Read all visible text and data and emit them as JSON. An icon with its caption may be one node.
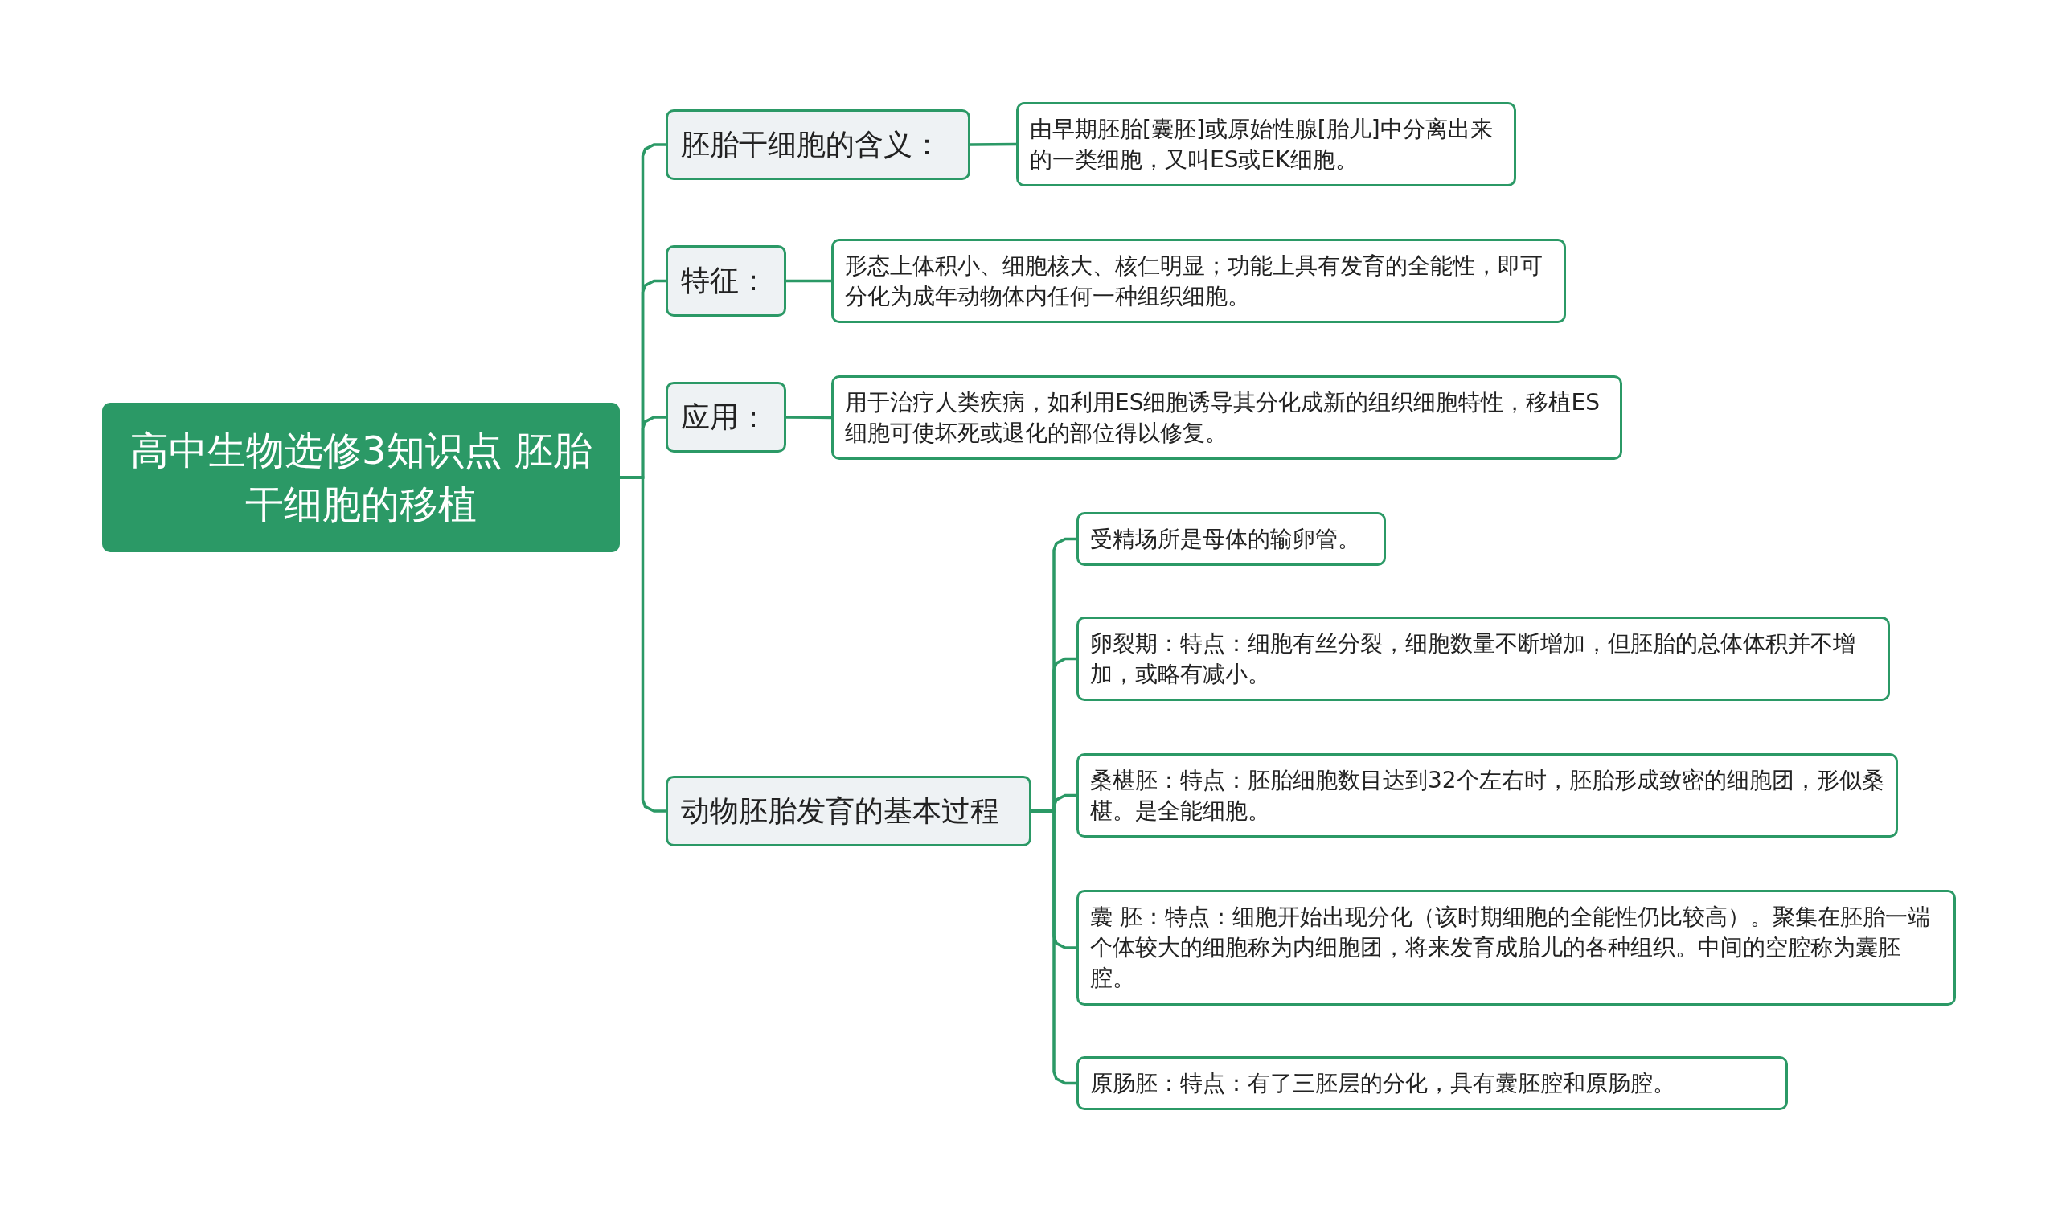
{
  "diagram": {
    "nodes": [
      {
        "text": [
          "高中生物选修3知识点 胚胎干细胞的移植"
        ]
      },
      {
        "text": [
          "胚胎干细胞的含义："
        ]
      },
      {
        "text": [
          "由早期胚胎[囊胚]或原始性腺[胎儿]中分离出来的一类细胞，又叫ES或EK细胞。"
        ]
      },
      {
        "text": [
          "特征："
        ]
      },
      {
        "text": [
          "形态上体积小、细胞核大、核仁明显；功能上具有发育的全能性，即可分化为成年动物体内任何一种组织细胞。"
        ]
      },
      {
        "text": [
          "应用："
        ]
      },
      {
        "text": [
          "用于治疗人类疾病，如利用ES细胞诱导其分化成新的组织细胞特性，移植ES细胞可使坏死或退化的部位得以修复。"
        ]
      },
      {
        "text": [
          "动物胚胎发育的基本过程"
        ]
      },
      {
        "text": [
          "受精场所是母体的输卵管。"
        ]
      },
      {
        "text": [
          "卵裂期：特点：细胞有丝分裂，细胞数量不断增加，但胚胎的总体体积并不增加，或略有减小。"
        ]
      },
      {
        "text": [
          "桑椹胚：特点：胚胎细胞数目达到32个左右时，胚胎形成致密的细胞团，形似桑椹。是全能细胞。"
        ]
      },
      {
        "text": [
          "囊 胚：特点：细胞开始出现分化（该时期细胞的全能性仍比较高）。聚集在胚胎一端个体较大的细胞称为内细胞团，将来发育成胎儿的各种组织。中间的空腔称为囊胚腔。"
        ]
      },
      {
        "text": [
          "原肠胚：特点：有了三胚层的分化，具有囊胚腔和原肠腔。"
        ]
      }
    ],
    "edges": [
      {
        "from": 0,
        "to": 1,
        "arrow": "none"
      },
      {
        "from": 0,
        "to": 3,
        "arrow": "none"
      },
      {
        "from": 0,
        "to": 5,
        "arrow": "none"
      },
      {
        "from": 0,
        "to": 7,
        "arrow": "none"
      },
      {
        "from": 1,
        "to": 2,
        "arrow": "none"
      },
      {
        "from": 3,
        "to": 4,
        "arrow": "none"
      },
      {
        "from": 5,
        "to": 6,
        "arrow": "none"
      },
      {
        "from": 7,
        "to": 8,
        "arrow": "none"
      },
      {
        "from": 7,
        "to": 9,
        "arrow": "none"
      },
      {
        "from": 7,
        "to": 10,
        "arrow": "none"
      },
      {
        "from": 7,
        "to": 11,
        "arrow": "none"
      },
      {
        "from": 7,
        "to": 12,
        "arrow": "none"
      }
    ]
  }
}
